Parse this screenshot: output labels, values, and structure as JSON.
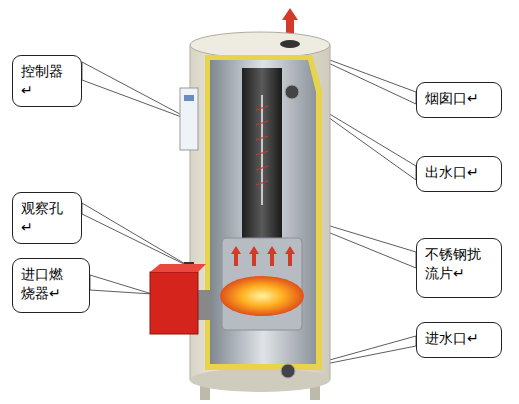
{
  "diagram": {
    "nodes": [
      {
        "text": [
          "控制器↵"
        ]
      },
      {
        "text": [
          "观察孔↵"
        ]
      },
      {
        "text": [
          "进口燃 烧器↵"
        ]
      },
      {
        "text": [
          "烟囱口↵"
        ]
      },
      {
        "text": [
          "出水口↵"
        ]
      },
      {
        "text": [
          "不锈钢扰 流片↵"
        ]
      },
      {
        "text": [
          "进水口↵"
        ]
      }
    ]
  }
}
